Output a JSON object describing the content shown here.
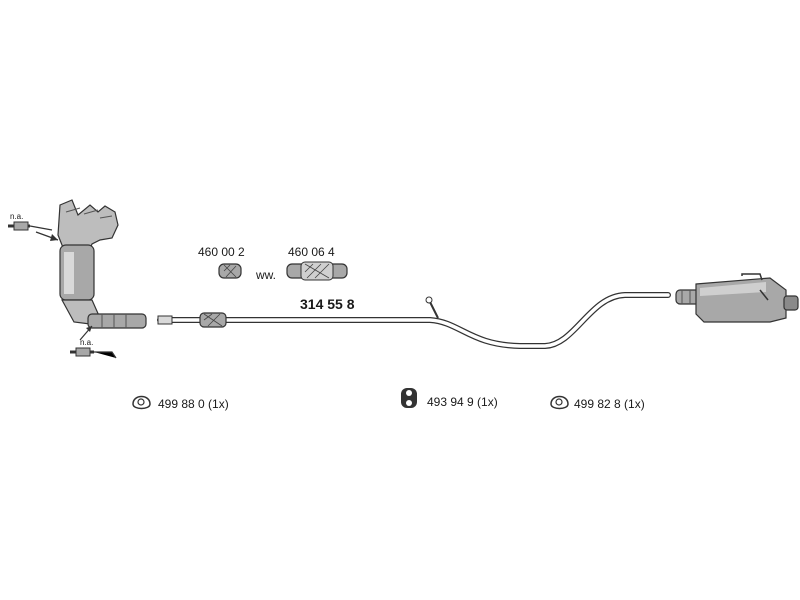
{
  "labels": {
    "not_available_top": "n.a.",
    "not_available_bottom": "n.a.",
    "flex_pipe_a": "460 00 2",
    "flex_pipe_b": "460 06 4",
    "alternative": "ww.",
    "main_pipe": "314 55 8",
    "clamp_left": "499 88 0 (1x)",
    "rubber_mount": "493 94 9 (1x)",
    "clamp_right": "499 82 8 (1x)"
  },
  "colors": {
    "line": "#333333",
    "metal_light": "#d9d9d9",
    "metal_mid": "#a8a8a8",
    "metal_dark": "#6e6e6e",
    "background": "#ffffff"
  }
}
